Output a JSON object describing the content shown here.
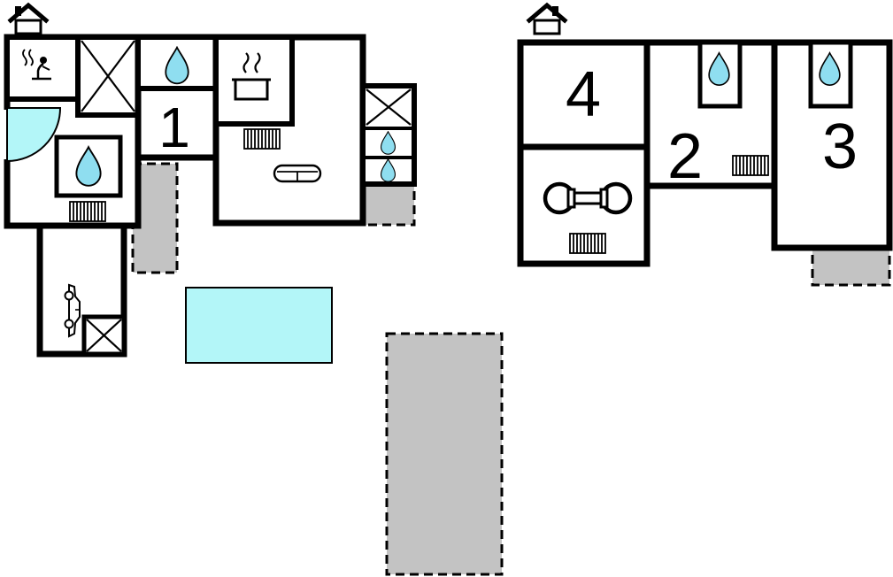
{
  "colors": {
    "wall": "#000000",
    "water_drop": "#8fdef0",
    "pool": "#b3f6f8",
    "door_arc": "#b3f6f8",
    "terrace": "#c3c3c3",
    "background": "#ffffff"
  },
  "ground_floor": {
    "hall_label": "1",
    "icons": {
      "house": "house-with-chimney",
      "sauna": "sauna-person-with-steam",
      "cross_closet": "diagonal-cross",
      "shower_top": "water-drop",
      "stove": "pot-with-steam",
      "radiator_living": "radiator",
      "sofa": "sofa",
      "cross_annex": "diagonal-cross",
      "shower_annex_1": "water-drop",
      "shower_annex_2": "water-drop",
      "door": "quarter-circle-door-swing",
      "shower_utility": "water-drop",
      "radiator_utility": "radiator",
      "car": "car",
      "cross_garage": "diagonal-cross",
      "pool": "swimming-pool",
      "terrace_small": "terrace",
      "terrace_annex": "terrace",
      "terrace_large": "terrace"
    }
  },
  "upper_floor": {
    "bedroom2_label": "2",
    "bedroom3_label": "3",
    "bedroom4_label": "4",
    "icons": {
      "house": "house-with-chimney",
      "dumbbell": "dumbbell",
      "radiator_gym": "radiator",
      "shower_bedroom2": "water-drop",
      "radiator_bedroom2": "radiator",
      "shower_bedroom3": "water-drop",
      "balcony": "terrace"
    }
  }
}
